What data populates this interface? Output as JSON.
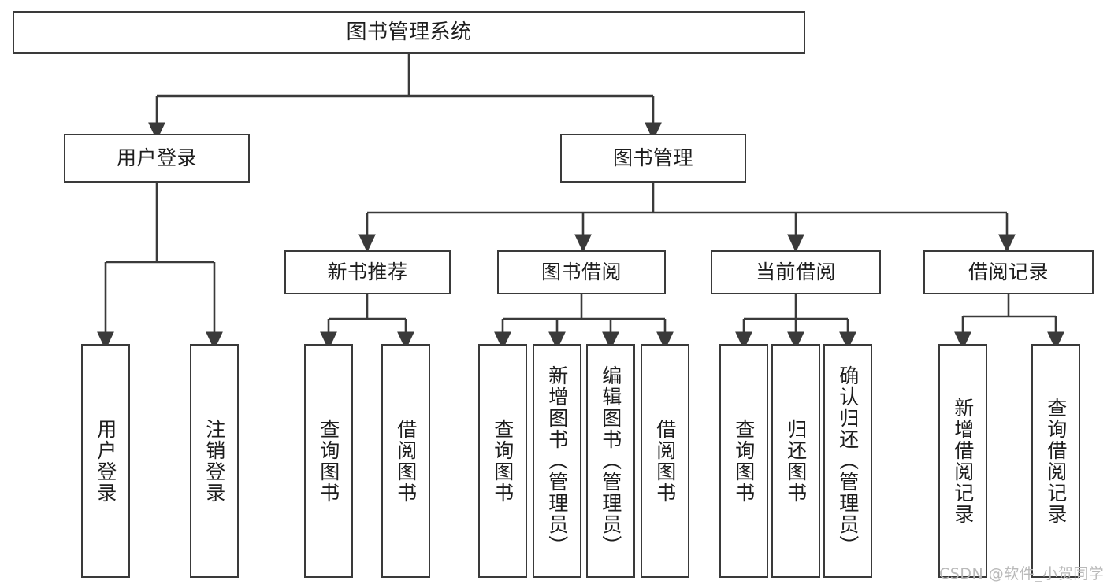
{
  "diagram": {
    "title": "图书管理系统",
    "type": "tree-diagram",
    "levels": {
      "root": {
        "label": "图书管理系统"
      },
      "level2": [
        {
          "label": "用户登录"
        },
        {
          "label": "图书管理"
        }
      ],
      "level3": [
        {
          "label": "新书推荐"
        },
        {
          "label": "图书借阅"
        },
        {
          "label": "当前借阅"
        },
        {
          "label": "借阅记录"
        }
      ],
      "leaves_user_login": [
        {
          "label": "用户登录"
        },
        {
          "label": "注销登录"
        }
      ],
      "leaves_new_book": [
        {
          "label": "查询图书"
        },
        {
          "label": "借阅图书"
        }
      ],
      "leaves_borrow": [
        {
          "label": "查询图书"
        },
        {
          "label": "新增图书（管理员）"
        },
        {
          "label": "编辑图书（管理员）"
        },
        {
          "label": "借阅图书"
        }
      ],
      "leaves_current": [
        {
          "label": "查询图书"
        },
        {
          "label": "归还图书"
        },
        {
          "label": "确认归还（管理员）"
        }
      ],
      "leaves_record": [
        {
          "label": "新增借阅记录"
        },
        {
          "label": "查询借阅记录"
        }
      ]
    },
    "watermark": "CSDN @软件_小贺同学",
    "colors": {
      "stroke": "#3a3a3a",
      "background": "#ffffff",
      "text": "#1d1d1d",
      "watermark": "#b9b9b9"
    }
  }
}
